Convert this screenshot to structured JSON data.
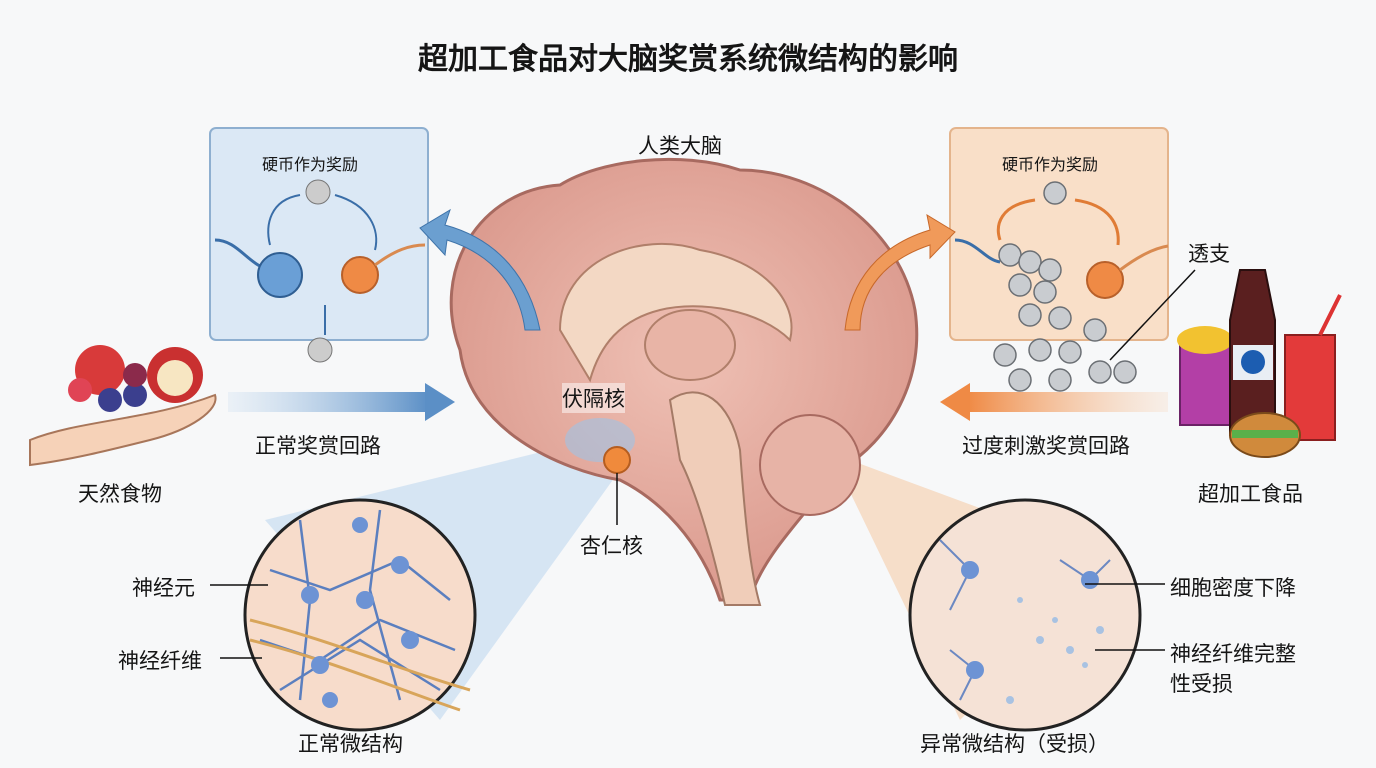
{
  "title": "超加工食品对大脑奖赏系统微结构的影响",
  "brain_label": "人类大脑",
  "left_panel": {
    "title": "硬币作为奖励",
    "pathway": "正常奖赏回路",
    "food": "天然食物"
  },
  "right_panel": {
    "title": "硬币作为奖励",
    "overdraw": "透支",
    "pathway": "过度刺激奖赏回路",
    "food": "超加工食品"
  },
  "structures": {
    "nucleus_accumbens": "伏隔核",
    "amygdala": "杏仁核"
  },
  "normal_micro": {
    "neuron": "神经元",
    "fiber": "神经纤维",
    "caption": "正常微结构"
  },
  "abnormal_micro": {
    "density": "细胞密度下降",
    "integrity_1": "神经纤维完整",
    "integrity_2": "性受损",
    "caption": "异常微结构（受损）"
  },
  "colors": {
    "normal": "#5b8fc6",
    "abnormal": "#ef8a45",
    "brain": "#e6aaa0"
  }
}
